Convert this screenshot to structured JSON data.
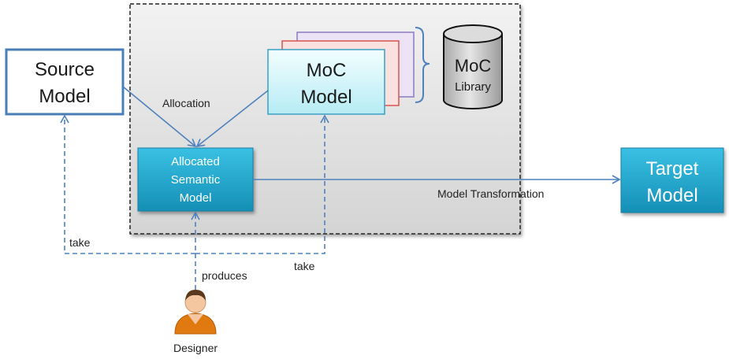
{
  "diagram": {
    "source_model": {
      "line1": "Source",
      "line2": "Model"
    },
    "moc_model": {
      "line1": "MoC",
      "line2": "Model"
    },
    "moc_library": {
      "line1": "MoC",
      "line2": "Library"
    },
    "allocated_model": {
      "line1": "Allocated",
      "line2": "Semantic",
      "line3": "Model"
    },
    "target_model": {
      "line1": "Target",
      "line2": "Model"
    },
    "labels": {
      "allocation": "Allocation",
      "model_transformation": "Model Transformation",
      "take_left": "take",
      "take_right": "take",
      "produces": "produces",
      "designer": "Designer"
    },
    "colors": {
      "arrow": "#4f81bd",
      "source_border": "#4a7ebb",
      "cyan_box": "#1fa7cf",
      "moc_box_fill": "#d7f7fb",
      "container_fill": "#e2e2e2",
      "person_skin": "#f4c7a0",
      "person_shirt": "#e07a10"
    },
    "icons": {
      "designer": "person-icon",
      "library": "database-cylinder-icon"
    }
  }
}
